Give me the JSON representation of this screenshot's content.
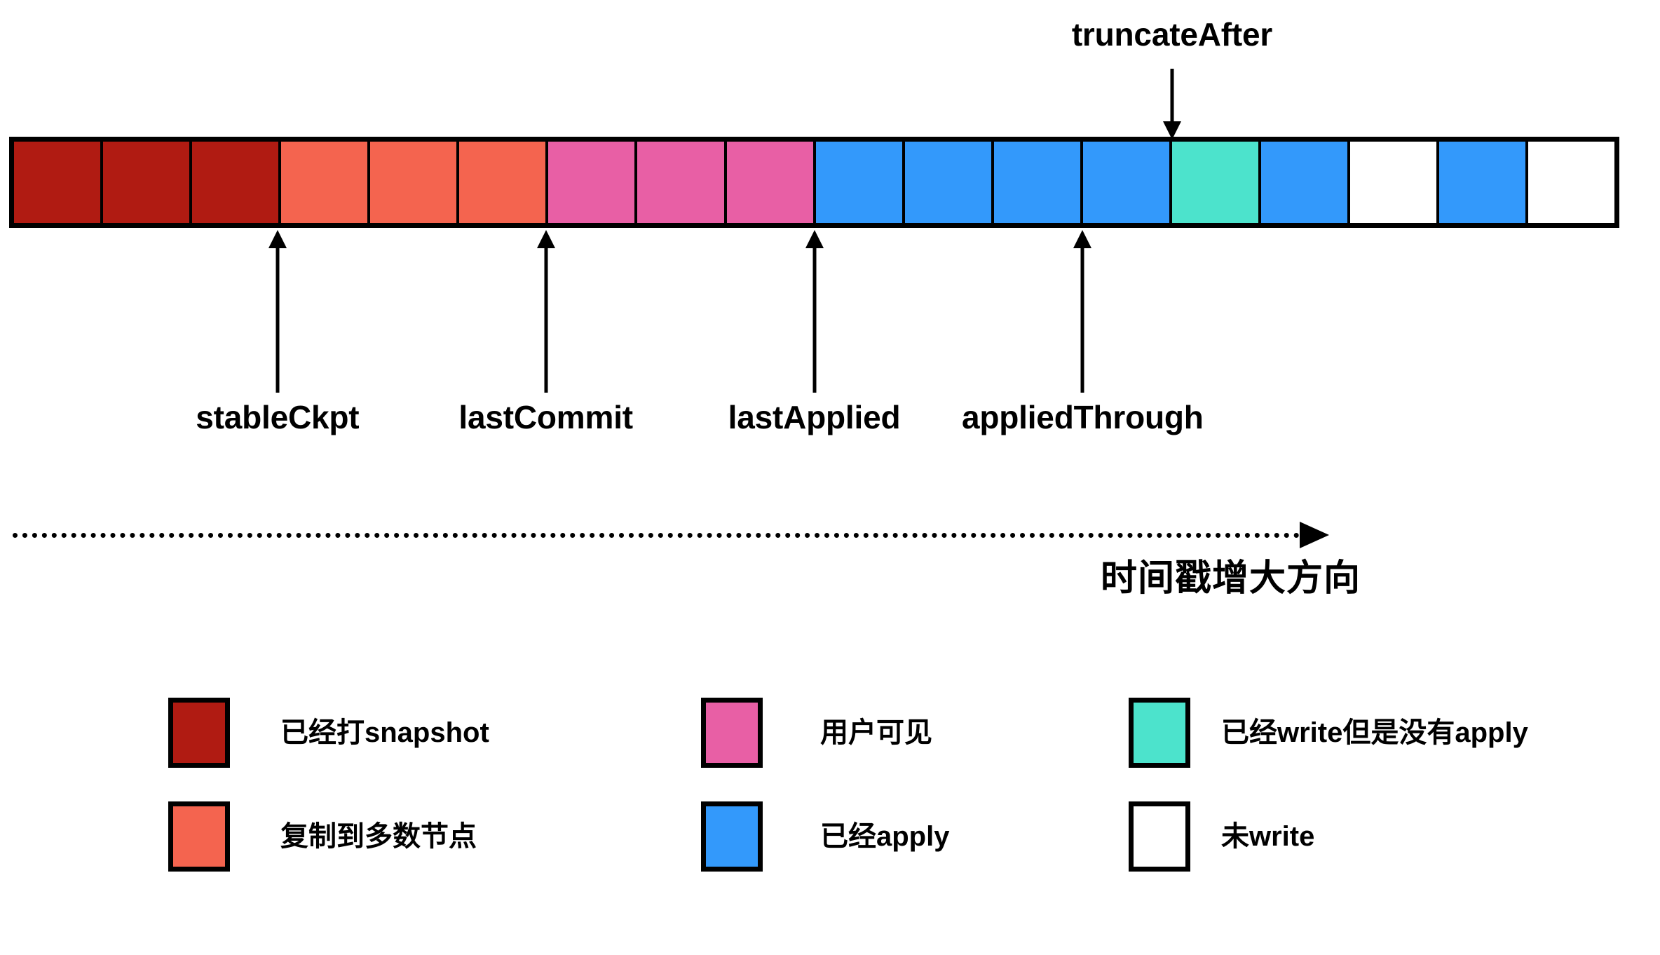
{
  "palette": {
    "snapshot": "#B01B12",
    "replicated": "#F4644F",
    "visible": "#E85FA5",
    "applied": "#3399FB",
    "written_not_applied": "#4CE3CC",
    "not_written": "#FFFFFF",
    "outline": "#000000"
  },
  "log": {
    "cells": [
      {
        "index": 1,
        "state": "snapshot",
        "color": "#B01B12"
      },
      {
        "index": 2,
        "state": "snapshot",
        "color": "#B01B12"
      },
      {
        "index": 3,
        "state": "snapshot",
        "color": "#B01B12"
      },
      {
        "index": 4,
        "state": "replicated",
        "color": "#F4644F"
      },
      {
        "index": 5,
        "state": "replicated",
        "color": "#F4644F"
      },
      {
        "index": 6,
        "state": "replicated",
        "color": "#F4644F"
      },
      {
        "index": 7,
        "state": "visible",
        "color": "#E85FA5"
      },
      {
        "index": 8,
        "state": "visible",
        "color": "#E85FA5"
      },
      {
        "index": 9,
        "state": "visible",
        "color": "#E85FA5"
      },
      {
        "index": 10,
        "state": "applied",
        "color": "#3399FB"
      },
      {
        "index": 11,
        "state": "applied",
        "color": "#3399FB"
      },
      {
        "index": 12,
        "state": "applied",
        "color": "#3399FB"
      },
      {
        "index": 13,
        "state": "applied",
        "color": "#3399FB"
      },
      {
        "index": 14,
        "state": "written_not_applied",
        "color": "#4CE3CC"
      },
      {
        "index": 15,
        "state": "applied",
        "color": "#3399FB"
      },
      {
        "index": 16,
        "state": "not_written",
        "color": "#FFFFFF"
      },
      {
        "index": 17,
        "state": "applied",
        "color": "#3399FB"
      },
      {
        "index": 18,
        "state": "not_written",
        "color": "#FFFFFF"
      }
    ]
  },
  "markers": {
    "top": [
      {
        "id": "truncateAfter",
        "label": "truncateAfter",
        "cell_boundary": 13,
        "direction": "down"
      }
    ],
    "bottom": [
      {
        "id": "stableCkpt",
        "label": "stableCkpt",
        "cell_boundary": 3,
        "direction": "up"
      },
      {
        "id": "lastCommit",
        "label": "lastCommit",
        "cell_boundary": 6,
        "direction": "up"
      },
      {
        "id": "lastApplied",
        "label": "lastApplied",
        "cell_boundary": 9,
        "direction": "up"
      },
      {
        "id": "appliedThrough",
        "label": "appliedThrough",
        "cell_boundary": 12,
        "direction": "up"
      }
    ]
  },
  "timeline": {
    "label": "时间戳增大方向",
    "style": "dotted",
    "direction": "right"
  },
  "legend": {
    "items": [
      {
        "id": "snapshot",
        "color": "#B01B12",
        "label": "已经打snapshot"
      },
      {
        "id": "visible",
        "color": "#E85FA5",
        "label": "用户可见"
      },
      {
        "id": "written-not-applied",
        "color": "#4CE3CC",
        "label": "已经write但是没有apply"
      },
      {
        "id": "replicated",
        "color": "#F4644F",
        "label": "复制到多数节点"
      },
      {
        "id": "applied",
        "color": "#3399FB",
        "label": "已经apply"
      },
      {
        "id": "not-written",
        "color": "#FFFFFF",
        "label": "未write"
      }
    ]
  }
}
